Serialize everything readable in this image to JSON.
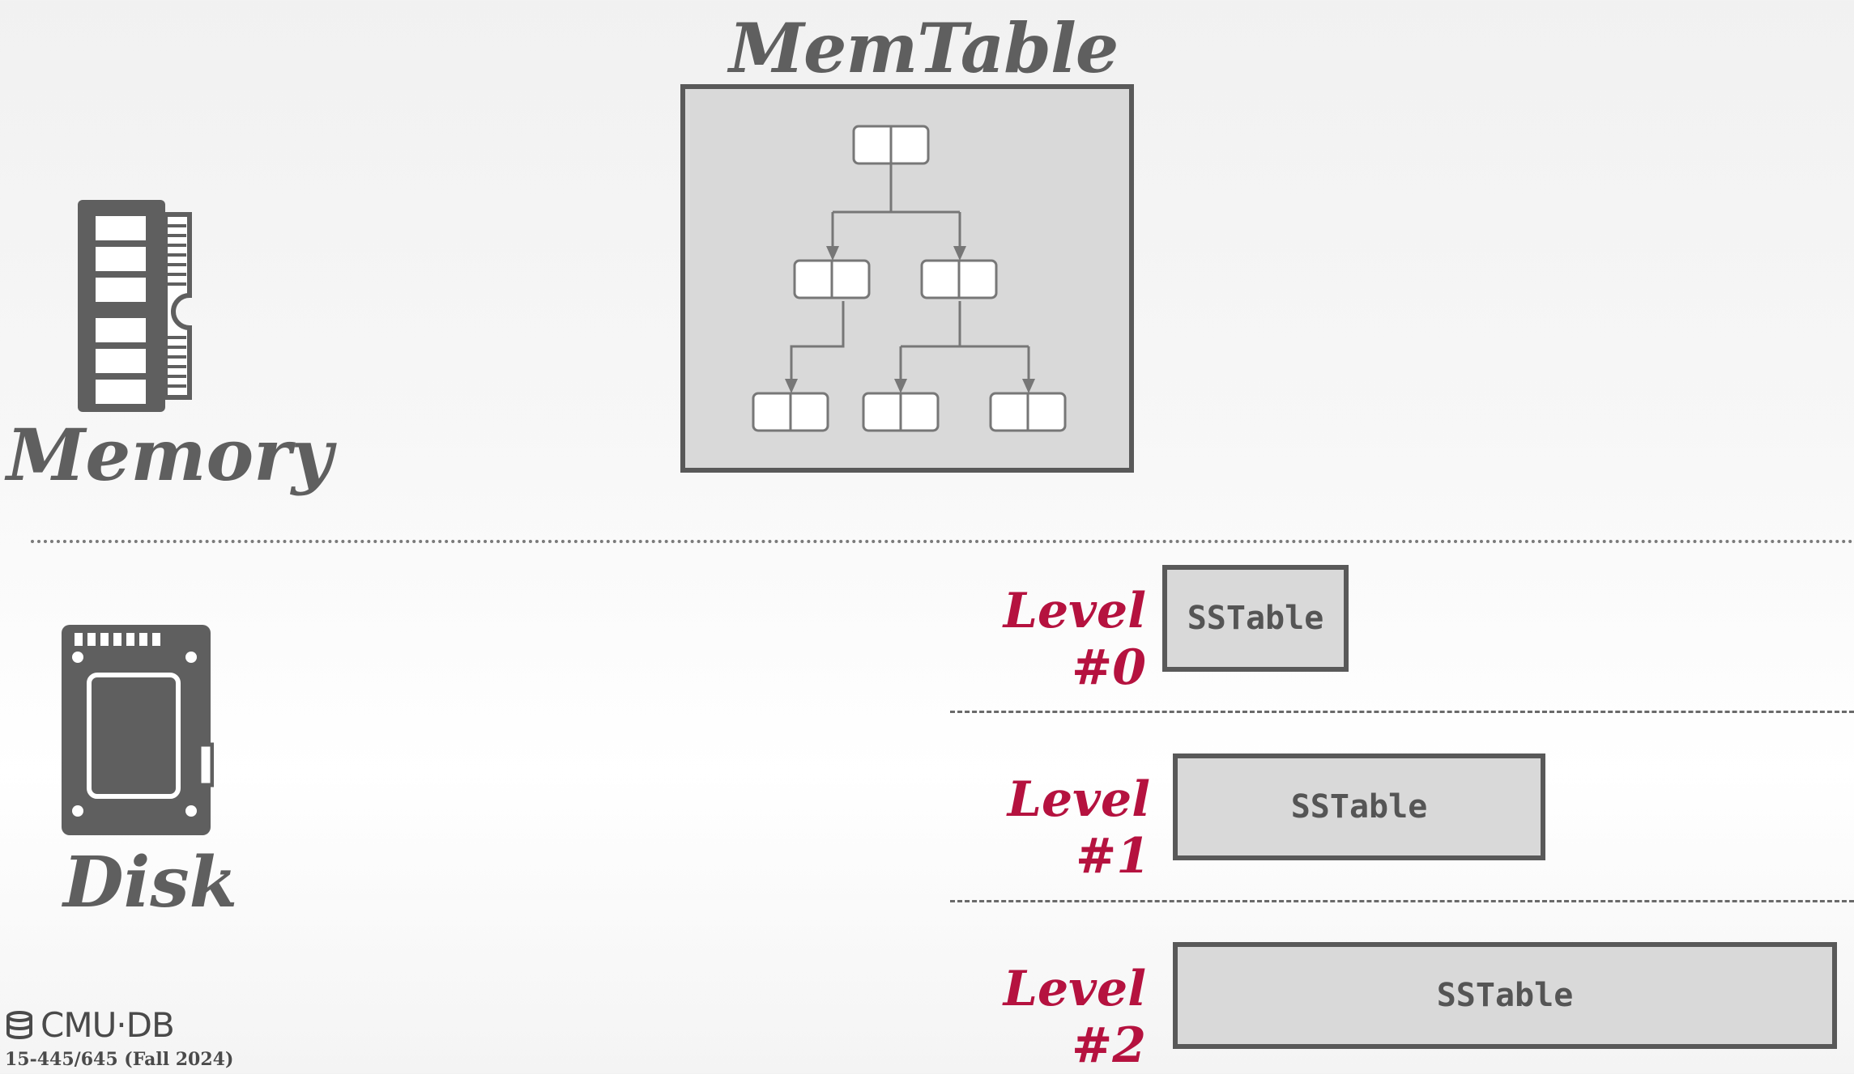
{
  "memtable": {
    "title": "MemTable"
  },
  "memory": {
    "label": "Memory",
    "icon": "ram-icon"
  },
  "disk": {
    "label": "Disk",
    "icon": "ssd-icon"
  },
  "levels": [
    {
      "label": "Level #0",
      "sstable": "SSTable"
    },
    {
      "label": "Level #1",
      "sstable": "SSTable"
    },
    {
      "label": "Level #2",
      "sstable": "SSTable"
    }
  ],
  "footer": {
    "brand": "CMU·DB",
    "course": "15-445/645 (Fall 2024)"
  },
  "colors": {
    "accent": "#b5123f",
    "gray": "#5f5f5f",
    "box_fill": "#d9d9d9"
  }
}
